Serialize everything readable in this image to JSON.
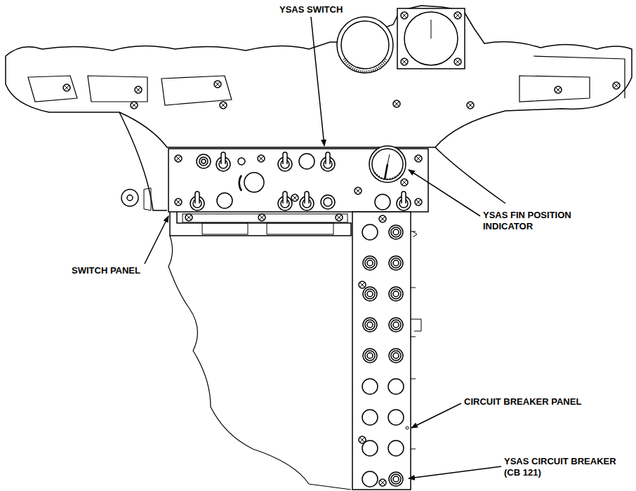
{
  "diagram": {
    "labels": [
      "YSAS SWITCH",
      "YSAS FIN POSITION INDICATOR",
      "SWITCH PANEL",
      "CIRCUIT BREAKER PANEL",
      "YSAS CIRCUIT BREAKER (CB 121)"
    ]
  }
}
